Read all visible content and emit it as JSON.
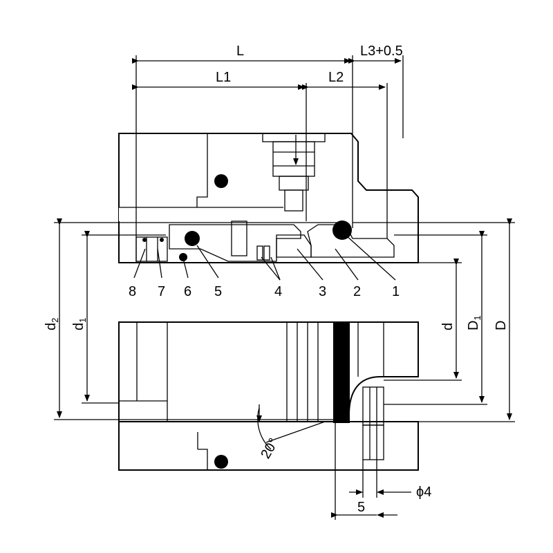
{
  "dimensions": {
    "L": "L",
    "L1": "L1",
    "L2": "L2",
    "L3": "L3+0.5",
    "d2_base": "d",
    "d2_sub": "2",
    "d1_base": "d",
    "d1_sub": "1",
    "d": "d",
    "D1_base": "D",
    "D1_sub": "1",
    "D": "D",
    "phi4": "ϕ4",
    "five": "5",
    "angle": "20°"
  },
  "parts": [
    "8",
    "7",
    "6",
    "5",
    "4",
    "3",
    "2",
    "1"
  ],
  "colors": {
    "housing_fill": "#dadcdc",
    "lower_fill": "#e6e8e8",
    "black": "#000000"
  }
}
